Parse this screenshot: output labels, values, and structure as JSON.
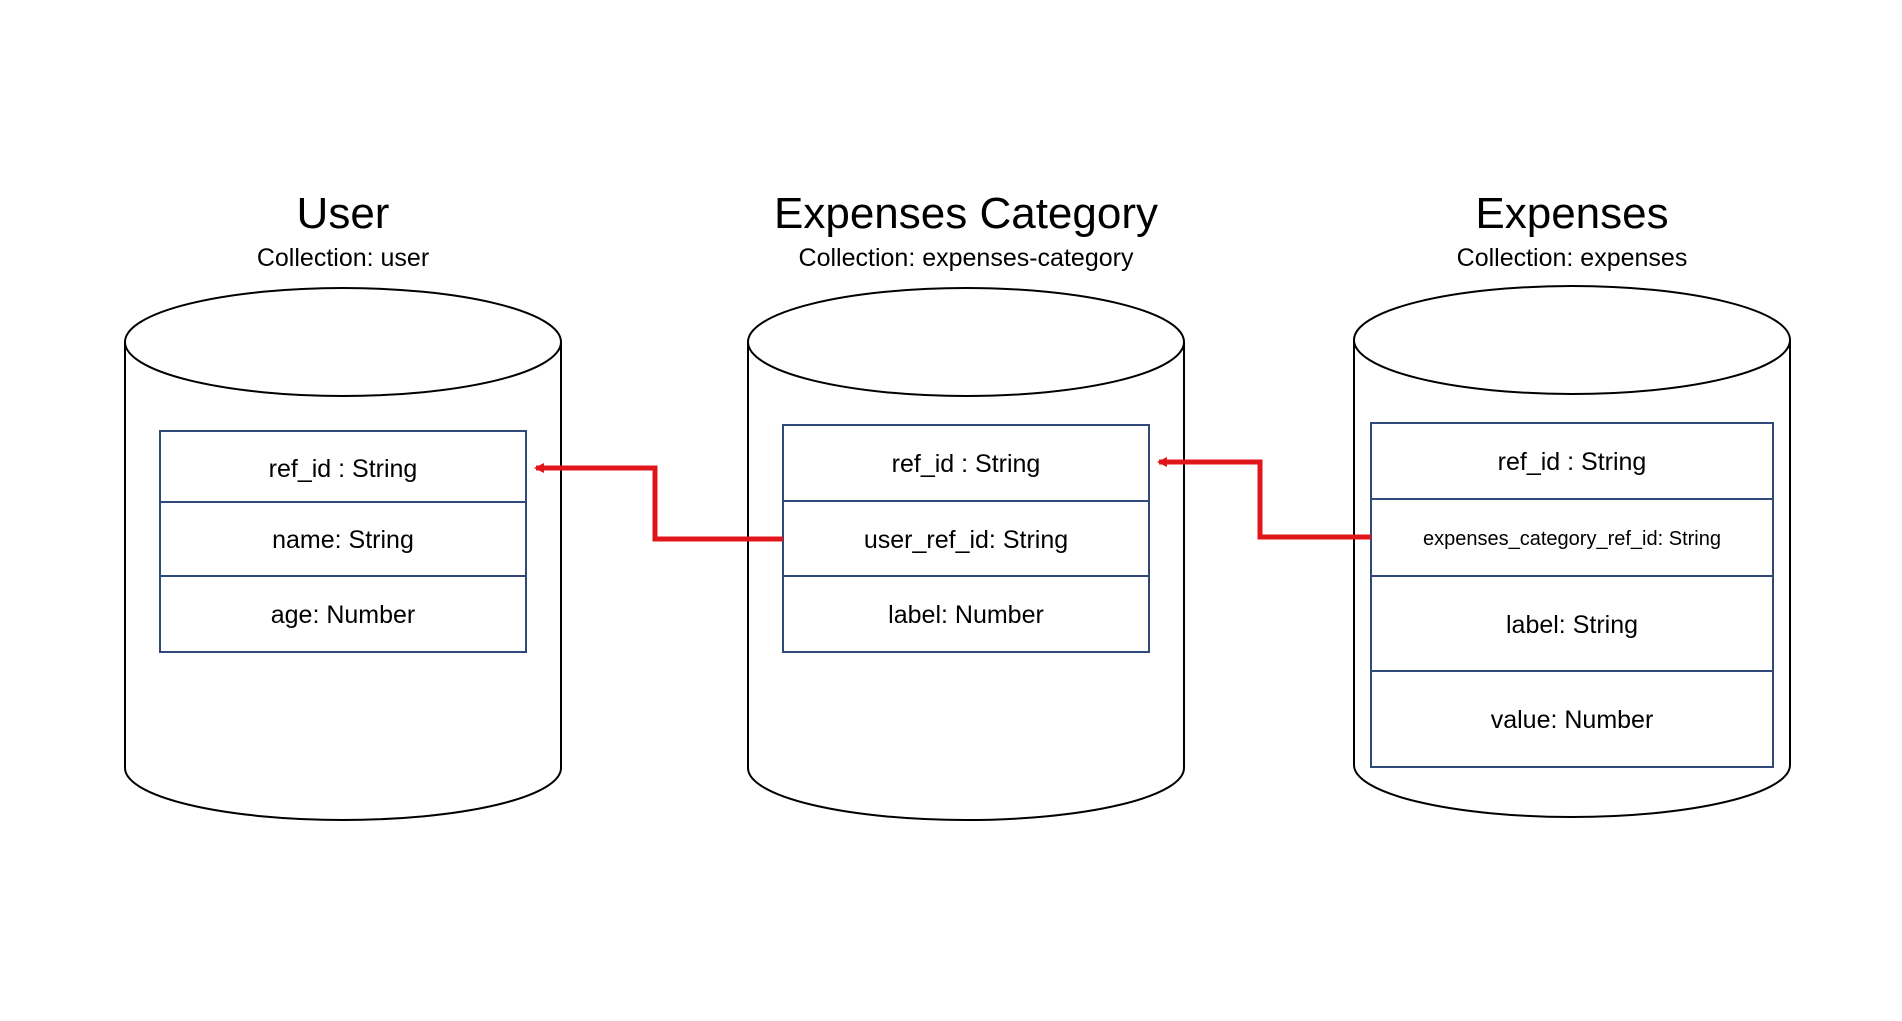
{
  "colors": {
    "cylinder_stroke": "#000000",
    "field_border": "#2f4a7a",
    "reference_arrow": "#e0161b",
    "background": "#ffffff"
  },
  "collections": [
    {
      "title": "User",
      "subtitle": "Collection: user",
      "fields": [
        "ref_id : String",
        "name: String",
        "age: Number"
      ]
    },
    {
      "title": "Expenses Category",
      "subtitle": "Collection: expenses-category",
      "fields": [
        "ref_id : String",
        "user_ref_id: String",
        "label: Number"
      ]
    },
    {
      "title": "Expenses",
      "subtitle": "Collection: expenses",
      "fields": [
        "ref_id : String",
        "expenses_category_ref_id: String",
        "label: String",
        "value: Number"
      ]
    }
  ],
  "references": [
    {
      "from": "Expenses Category.user_ref_id: String",
      "to": "User.ref_id : String"
    },
    {
      "from": "Expenses.expenses_category_ref_id: String",
      "to": "Expenses Category.ref_id : String"
    }
  ]
}
